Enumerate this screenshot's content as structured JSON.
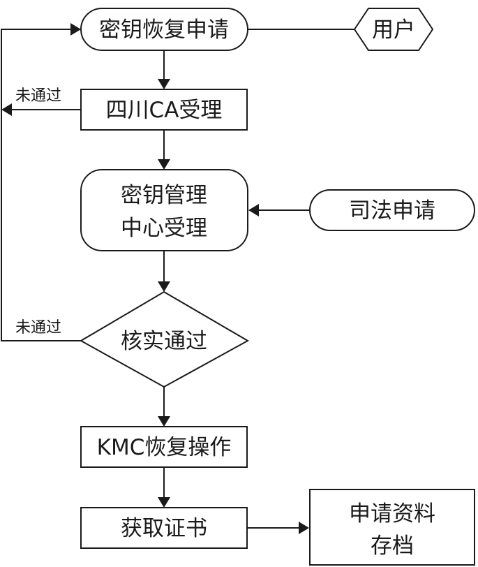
{
  "nodes": {
    "recovery_request": "密钥恢复申请",
    "user": "用户",
    "sichuan_ca": "四川CA受理",
    "kmc_accept_line1": "密钥管理",
    "kmc_accept_line2": "中心受理",
    "judicial_request": "司法申请",
    "verify_pass": "核实通过",
    "kmc_recovery": "KMC恢复操作",
    "get_certificate": "获取证书",
    "archive_line1": "申请资料",
    "archive_line2": "存档"
  },
  "edges": {
    "ca_rejected": "未通过",
    "verify_rejected": "未通过"
  }
}
